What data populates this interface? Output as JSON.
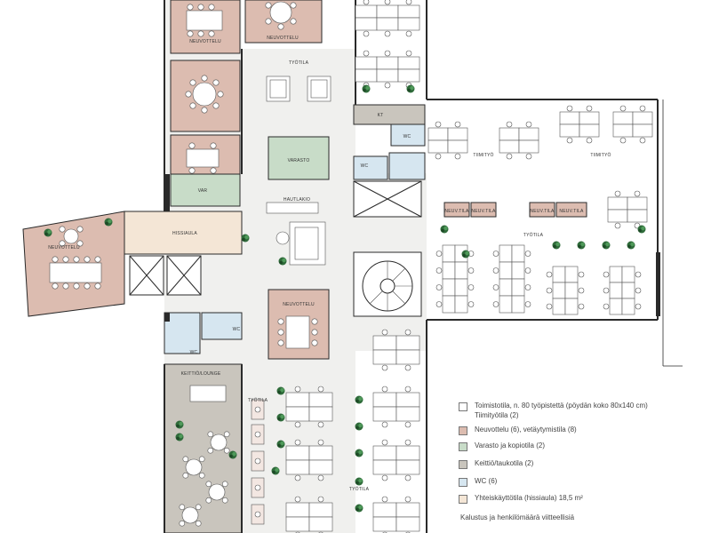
{
  "rooms": {
    "meeting_top_left": "NEUVOTTELU",
    "meeting_top_right": "NEUVOTTELU",
    "workspace_top": "TYÖTILA",
    "team_left": "TIIMITYÖ",
    "team_right": "TIIMITYÖ",
    "kitchen_small": "KT",
    "wc_top": "WC",
    "wc_mid": "WC",
    "storage": "VAR",
    "copy_room": "VARASTO",
    "lounge": "HAUTLAKIO",
    "meeting_wing": "NEUVOTTELU",
    "lobby": "HISSIAULA",
    "workspace_right": "TYÖTILA",
    "meeting_center": "NEUVOTTELU",
    "wc_bottom_left": "WC",
    "wc_bottom_right": "WC",
    "kitchen_lounge": "KEITTIÖ/LOUNGE",
    "workspace_bottom_left": "TYÖTILA",
    "workspace_bottom": "TYÖTILA",
    "phone_rooms": [
      "NEUV.TILA",
      "NEUV.TILA",
      "NEUV.TILA",
      "NEUV.TILA"
    ]
  },
  "legend": {
    "items": [
      {
        "text": "Toimistotila, n. 80 työpistettä (pöydän koko 80x140 cm)",
        "color": "#ffffff"
      },
      {
        "text": "Tiimityötila (2)",
        "color": null
      },
      {
        "text": "Neuvottelu (6), vetäytymistila (8)",
        "color": "#dcbcb0"
      },
      {
        "text": "Varasto ja kopiotila (2)",
        "color": "#c8dcc8"
      },
      {
        "text": "Keittiö/taukotila (2)",
        "color": "#c9c5bd"
      },
      {
        "text": "WC (6)",
        "color": "#d6e6f0"
      },
      {
        "text": "Yhteiskäyttötila (hissiaula) 18,5 m²",
        "color": "#f4e6d6"
      }
    ],
    "footnote": "Kalustus ja henkilömäärä viitteellisiä"
  },
  "colors": {
    "meeting": "#dcbcb0",
    "storage": "#c8dcc8",
    "kitchen": "#c9c5bd",
    "wc": "#d6e6f0",
    "lobby": "#f4e6d6",
    "corridor": "#f0f0ee",
    "wall": "#2a2a2a",
    "plant": "#2f6b3a"
  }
}
